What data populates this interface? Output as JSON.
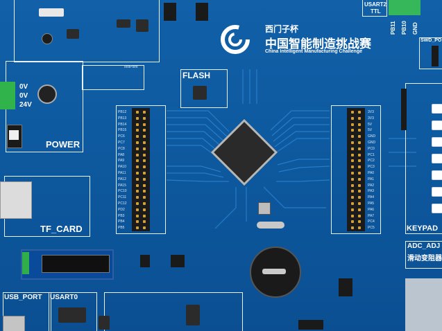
{
  "brand": {
    "line1": "西门子杯",
    "line2": "中国智能制造挑战赛",
    "line3": "China Intelligent Manufacturing Challenge"
  },
  "sections": {
    "power": "POWER",
    "flash": "FLASH",
    "tf_card": "TF_CARD",
    "keypad": "KEYPAD",
    "adc_adj": "ADC_ADJ",
    "adc_adj_sub": "滑动变阻器",
    "usb_port": "USB_PORT",
    "usart0": "USART0",
    "swd": "SWD_PO"
  },
  "power": {
    "v1": "0V",
    "v2": "0V",
    "v3": "24V"
  },
  "usart2": {
    "line1": "USART2",
    "line2": "TTL",
    "pin1": "PB11",
    "pin2": "PB10",
    "pin3": "GND"
  },
  "colors": {
    "board": "#0e5aa0",
    "silk": "#ffffff",
    "gold": "#d4a23a",
    "green": "#2fb34a"
  },
  "headers": {
    "left_labels": [
      "PB12",
      "PB13",
      "PB14",
      "PB15",
      "PC6",
      "PC7",
      "PC8",
      "PA8",
      "PA9",
      "PA10",
      "PA11",
      "PA12",
      "PA15",
      "PC10",
      "PC11",
      "PC12",
      "PD2",
      "PB3",
      "PB4",
      "PB5"
    ],
    "right_labels": [
      "3V3",
      "3V3",
      "5V",
      "5V",
      "GND",
      "GND",
      "PC0",
      "PC1",
      "PC2",
      "PC3",
      "PA0",
      "PA1",
      "PA2",
      "PA3",
      "PA4",
      "PA5",
      "PA6",
      "PA7",
      "PC4",
      "PC5"
    ]
  }
}
